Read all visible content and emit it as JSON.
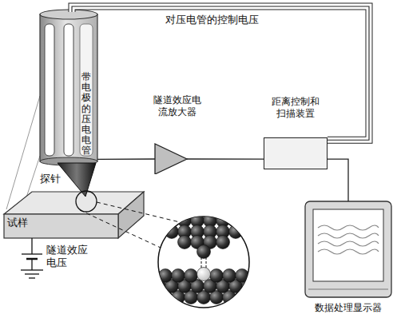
{
  "diagram": {
    "nodes": [
      {
        "text": [
          "带电极的压电电管"
        ]
      },
      {
        "text": [
          "隧道效应电流放大器"
        ]
      },
      {
        "text": [
          "距离控制和扫描装置"
        ]
      },
      {
        "text": [
          "试样"
        ]
      },
      {
        "text": [
          "数据处理显示器"
        ]
      }
    ],
    "edges": [
      {
        "from": 0,
        "to": 1,
        "arrow": "none"
      },
      {
        "from": 1,
        "to": 2,
        "arrow": "none"
      },
      {
        "from": 2,
        "to": 4,
        "arrow": "none"
      },
      {
        "from": 2,
        "to": 0,
        "label": "对压电管的控制电压",
        "arrow": "none"
      }
    ],
    "labels": [
      "探针",
      "隧道效应电压"
    ]
  }
}
